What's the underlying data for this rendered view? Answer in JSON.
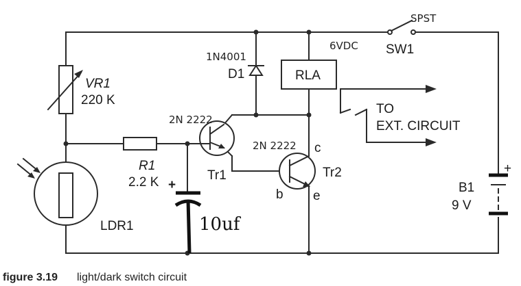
{
  "labels": {
    "vr1": "VR1",
    "vr1_value": "220 K",
    "r1": "R1",
    "r1_value": "2.2 K",
    "ldr1": "LDR1",
    "d1": "D1",
    "d1_part": "1N4001",
    "rla": "RLA",
    "relay_voltage": "6VDC",
    "sw1": "SW1",
    "sw1_type": "SPST",
    "tr1": "Tr1",
    "tr1_part": "2N 2222",
    "tr2": "Tr2",
    "tr2_part": "2N 2222",
    "pin_c": "c",
    "pin_b": "b",
    "pin_e": "e",
    "to": "TO",
    "ext_circuit": "EXT. CIRCUIT",
    "b1": "B1",
    "b1_value": "9 V",
    "plus_battery": "+",
    "plus_cap": "+",
    "capacitor": "10uf"
  },
  "caption": {
    "figure": "figure 3.19",
    "text": "light/dark switch circuit"
  }
}
